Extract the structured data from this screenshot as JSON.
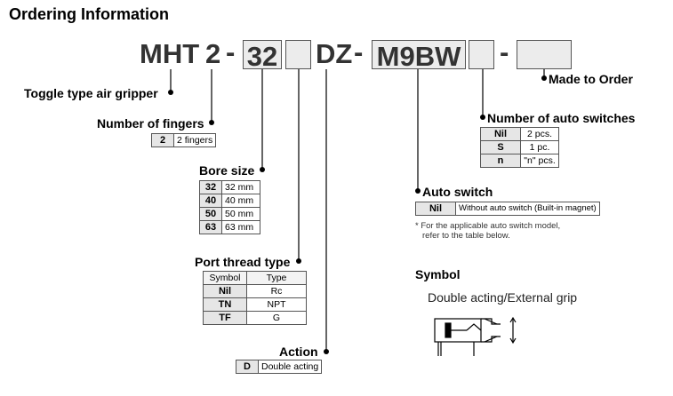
{
  "title": "Ordering Information",
  "model": {
    "prefix": "MHT",
    "fingers": "2",
    "dash1": "-",
    "bore": "32",
    "thread": "",
    "action": "DZ",
    "dash2": "-",
    "switch": "M9BW",
    "count": "",
    "dash3": "-",
    "order": ""
  },
  "labels": {
    "toggle": "Toggle type air gripper",
    "fingers": "Number of fingers",
    "bore": "Bore size",
    "port": "Port thread type",
    "action": "Action",
    "made_to_order": "Made to Order",
    "num_switches": "Number of auto switches",
    "auto_switch": "Auto switch"
  },
  "fingers_table": [
    [
      "2",
      "2 fingers"
    ]
  ],
  "bore_table": [
    [
      "32",
      "32 mm"
    ],
    [
      "40",
      "40 mm"
    ],
    [
      "50",
      "50 mm"
    ],
    [
      "63",
      "63 mm"
    ]
  ],
  "port_table": {
    "headers": [
      "Symbol",
      "Type"
    ],
    "rows": [
      [
        "Nil",
        "Rc"
      ],
      [
        "TN",
        "NPT"
      ],
      [
        "TF",
        "G"
      ]
    ]
  },
  "action_table": [
    [
      "D",
      "Double acting"
    ]
  ],
  "switch_count_table": [
    [
      "Nil",
      "2 pcs."
    ],
    [
      "S",
      "1 pc."
    ],
    [
      "n",
      "\"n\" pcs."
    ]
  ],
  "auto_switch_table": [
    [
      "Nil",
      "Without auto switch (Built-in magnet)"
    ]
  ],
  "auto_switch_note": [
    "* For the applicable auto switch model,",
    "refer to the table below."
  ],
  "symbol": {
    "title": "Symbol",
    "subtitle": "Double acting/External grip"
  }
}
